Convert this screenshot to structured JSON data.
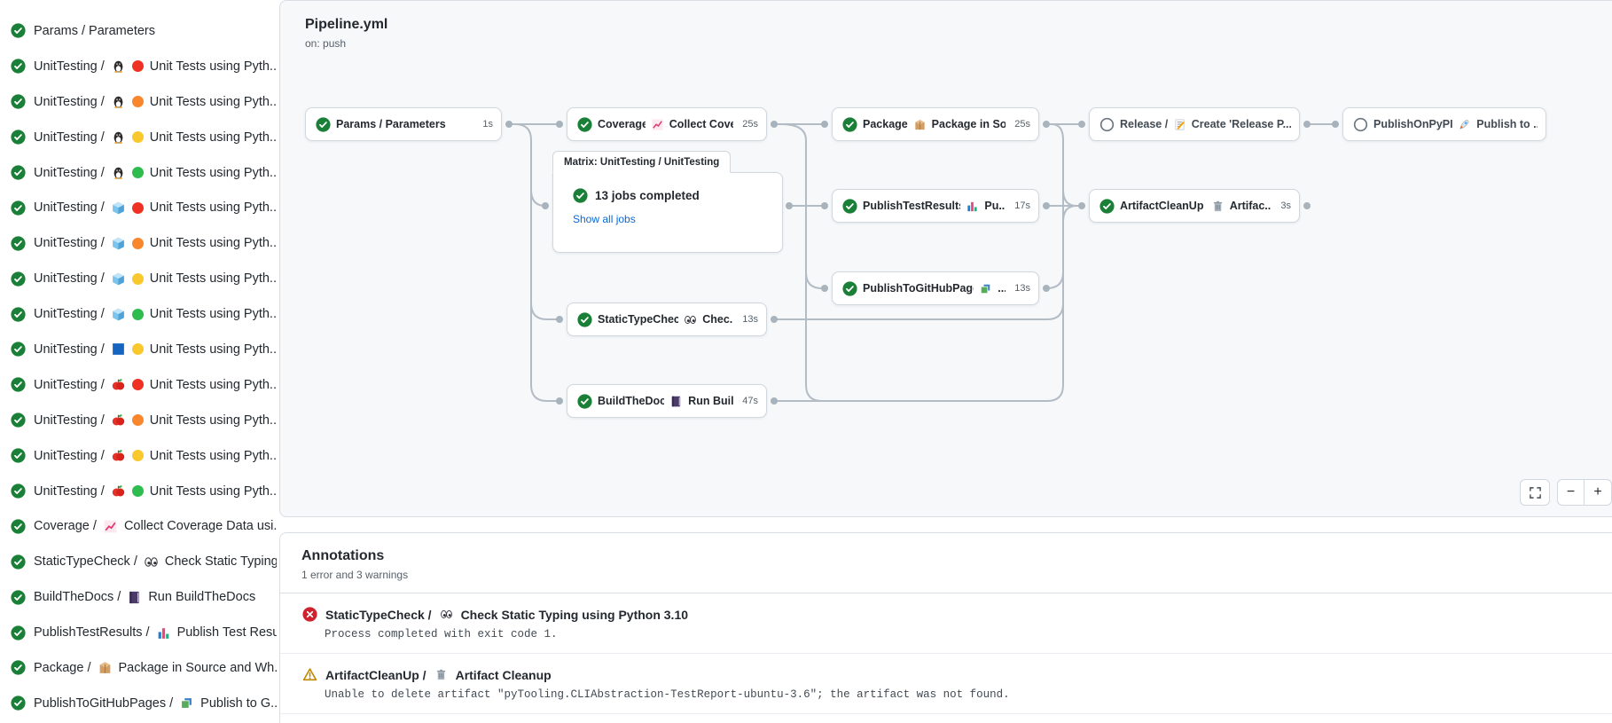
{
  "sidebar": {
    "items": [
      {
        "job": "Params / Parameters"
      },
      {
        "job": "UnitTesting /",
        "os_icon": "linux-icon",
        "py_color": "#ee3124",
        "step": "Unit Tests using Pyth..."
      },
      {
        "job": "UnitTesting /",
        "os_icon": "linux-icon",
        "py_color": "#f8862c",
        "step": "Unit Tests using Pyth..."
      },
      {
        "job": "UnitTesting /",
        "os_icon": "linux-icon",
        "py_color": "#f8c82d",
        "step": "Unit Tests using Pyth..."
      },
      {
        "job": "UnitTesting /",
        "os_icon": "linux-icon",
        "py_color": "#2ebc4f",
        "step": "Unit Tests using Pyth..."
      },
      {
        "job": "UnitTesting /",
        "os_icon": "windows-icon",
        "py_color": "#ee3124",
        "step": "Unit Tests using Pyth..."
      },
      {
        "job": "UnitTesting /",
        "os_icon": "windows-icon",
        "py_color": "#f8862c",
        "step": "Unit Tests using Pyth..."
      },
      {
        "job": "UnitTesting /",
        "os_icon": "windows-icon",
        "py_color": "#f8c82d",
        "step": "Unit Tests using Pyth..."
      },
      {
        "job": "UnitTesting /",
        "os_icon": "windows-icon",
        "py_color": "#2ebc4f",
        "step": "Unit Tests using Pyth..."
      },
      {
        "job": "UnitTesting /",
        "os_icon": "msys2-icon",
        "py_color": "#f8c82d",
        "step": "Unit Tests using Pyth..."
      },
      {
        "job": "UnitTesting /",
        "os_icon": "macos-icon",
        "py_color": "#ee3124",
        "step": "Unit Tests using Pyth..."
      },
      {
        "job": "UnitTesting /",
        "os_icon": "macos-icon",
        "py_color": "#f8862c",
        "step": "Unit Tests using Pyth..."
      },
      {
        "job": "UnitTesting /",
        "os_icon": "macos-icon",
        "py_color": "#f8c82d",
        "step": "Unit Tests using Pyth..."
      },
      {
        "job": "UnitTesting /",
        "os_icon": "macos-icon",
        "py_color": "#2ebc4f",
        "step": "Unit Tests using Pyth..."
      },
      {
        "job": "Coverage /",
        "icon": "chart-increasing-icon",
        "step": "Collect Coverage Data usi..."
      },
      {
        "job": "StaticTypeCheck /",
        "icon": "eyes-icon",
        "step": "Check Static Typing..."
      },
      {
        "job": "BuildTheDocs /",
        "icon": "notebook-icon",
        "step": "Run BuildTheDocs"
      },
      {
        "job": "PublishTestResults /",
        "icon": "bar-chart-icon",
        "step": "Publish Test Resu..."
      },
      {
        "job": "Package /",
        "icon": "package-icon",
        "step": "Package in Source and Wh..."
      },
      {
        "job": "PublishToGitHubPages /",
        "icon": "pages-icon",
        "step": "Publish to G..."
      }
    ]
  },
  "graph": {
    "title": "Pipeline.yml",
    "trigger": "on: push",
    "matrix": {
      "tab": "Matrix: UnitTesting / UnitTesting",
      "status": "13 jobs completed",
      "link": "Show all jobs"
    },
    "nodes": [
      {
        "id": "params",
        "status": "success",
        "job": "Params / Parameters",
        "duration": "1s"
      },
      {
        "id": "coverage",
        "status": "success",
        "job": "Coverage /",
        "icon": "chart-increasing-icon",
        "step": "Collect Cove...",
        "duration": "25s"
      },
      {
        "id": "statictypecheck",
        "status": "success",
        "job": "StaticTypeCheck /",
        "icon": "eyes-icon",
        "step": "Chec...",
        "duration": "13s"
      },
      {
        "id": "buildthedocs",
        "status": "success",
        "job": "BuildTheDocs /",
        "icon": "notebook-icon",
        "step": "Run Buil...",
        "duration": "47s"
      },
      {
        "id": "package",
        "status": "success",
        "job": "Package /",
        "icon": "package-icon",
        "step": "Package in So...",
        "duration": "25s"
      },
      {
        "id": "publishtestresults",
        "status": "success",
        "job": "PublishTestResults /",
        "icon": "bar-chart-icon",
        "step": "Pu...",
        "duration": "17s"
      },
      {
        "id": "publishtogithubpages",
        "status": "success",
        "job": "PublishToGitHubPages /",
        "icon": "pages-icon",
        "step": "...",
        "duration": "13s"
      },
      {
        "id": "release",
        "status": "skipped",
        "job": "Release /",
        "icon": "memo-icon",
        "step": "Create 'Release P...",
        "duration": ""
      },
      {
        "id": "artifactcleanup",
        "status": "success",
        "job": "ArtifactCleanUp /",
        "icon": "trash-icon",
        "step": "Artifac...",
        "duration": "3s"
      },
      {
        "id": "publishonpypi",
        "status": "skipped",
        "job": "PublishOnPyPI /",
        "icon": "rocket-icon",
        "step": "Publish to ...",
        "duration": ""
      }
    ],
    "controls": {
      "zoom_out": "−",
      "zoom_in": "+"
    }
  },
  "annotations": {
    "title": "Annotations",
    "summary": "1 error and 3 warnings",
    "items": [
      {
        "severity": "error",
        "job": "StaticTypeCheck /",
        "icon": "eyes-icon",
        "step": "Check Static Typing using Python 3.10",
        "message": "Process completed with exit code 1."
      },
      {
        "severity": "warning",
        "job": "ArtifactCleanUp /",
        "icon": "trash-icon",
        "step": "Artifact Cleanup",
        "message": "Unable to delete artifact \"pyTooling.CLIAbstraction-TestReport-ubuntu-3.6\"; the artifact was not found."
      }
    ]
  },
  "colors": {
    "success_green": "#1a7f37",
    "error_red": "#cf222e",
    "warning_amber": "#bf8700",
    "link_blue": "#0969da",
    "edge_gray": "#b3bcc5",
    "panel_bg": "#f6f8fa",
    "border": "#d0d7de"
  }
}
